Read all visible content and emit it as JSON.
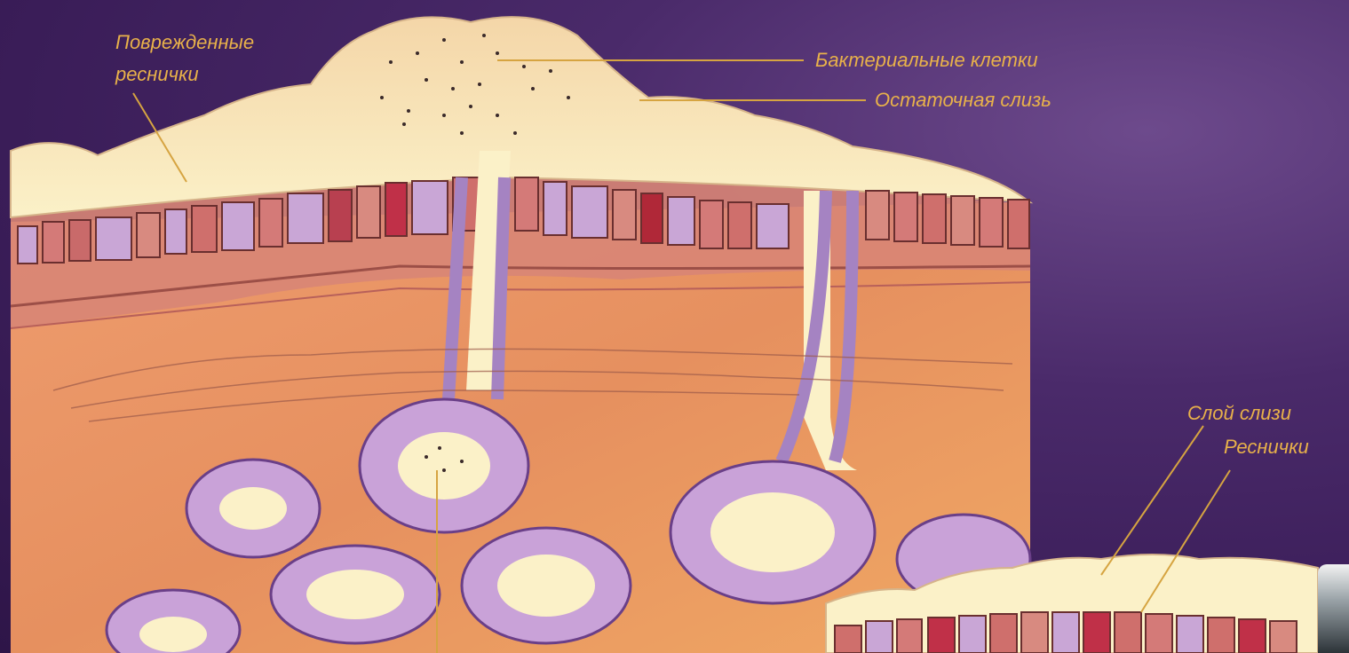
{
  "labels": {
    "damaged_cilia": [
      "Поврежденные",
      "реснички"
    ],
    "bacterial_cells": "Бактериальные клетки",
    "residual_mucus": "Остаточная слизь",
    "mucus_layer": "Слой слизи",
    "cilia": "Реснички"
  },
  "colors": {
    "background": "#3a1d58",
    "label": "#e8b14a",
    "mucus": "#f6e8b8",
    "tissue": "#e89a6a",
    "epithelium": "#c97a7a",
    "goblet_cell": "#c9a6d6",
    "gland_cell": "#c9a2d8"
  }
}
